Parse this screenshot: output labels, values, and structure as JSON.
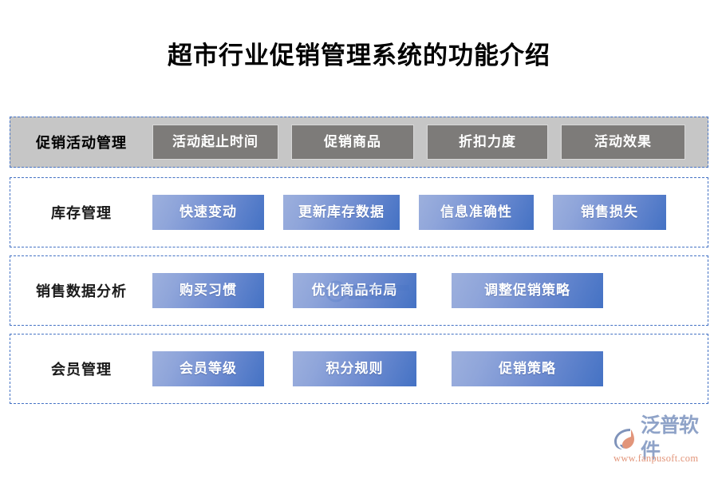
{
  "page": {
    "title": "超市行业促销管理系统的功能介绍",
    "background_color": "#ffffff"
  },
  "colors": {
    "accent_blue": "#4472c4",
    "chip_blue_light": "#9db0dd",
    "chip_blue_dark": "#4472c4",
    "chip_gray": "#7d7b79",
    "row1_background": "#c6c6c6",
    "dash_border": "#4472c4",
    "logo_blue": "#8fa3c8",
    "logo_orange": "#e2957a"
  },
  "rows": [
    {
      "label": "促销活动管理",
      "style": "gray",
      "items": [
        {
          "label": "活动起止时间"
        },
        {
          "label": "促销商品"
        },
        {
          "label": "折扣力度"
        },
        {
          "label": "活动效果"
        }
      ]
    },
    {
      "label": "库存管理",
      "style": "blue",
      "items": [
        {
          "label": "快速变动"
        },
        {
          "label": "更新库存数据"
        },
        {
          "label": "信息准确性"
        },
        {
          "label": "销售损失"
        }
      ]
    },
    {
      "label": "销售数据分析",
      "style": "blue",
      "items": [
        {
          "label": "购买习惯"
        },
        {
          "label": "优化商品布局"
        },
        {
          "label": "调整促销策略"
        }
      ]
    },
    {
      "label": "会员管理",
      "style": "blue",
      "items": [
        {
          "label": "会员等级"
        },
        {
          "label": "积分规则"
        },
        {
          "label": "促销策略"
        }
      ]
    }
  ],
  "logo": {
    "brand": "泛普软件",
    "url": "www.fanpusoft.com",
    "mark": "fanpu-swoosh-icon"
  }
}
